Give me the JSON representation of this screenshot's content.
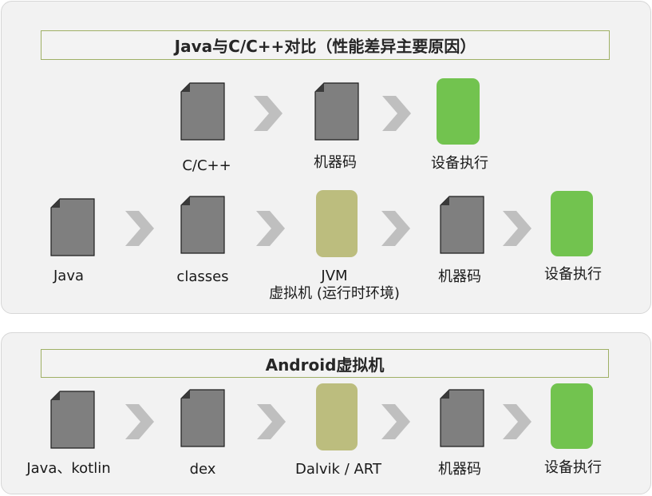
{
  "colors": {
    "document": "#7f7f7f",
    "arrow": "#bfbfbf",
    "device": "#72c34f",
    "vm": "#bcbd7e",
    "panel": "#f2f2f2",
    "title_border": "#9fb065"
  },
  "top_panel": {
    "title": "Java与C/C++对比（性能差异主要原因）",
    "row1": {
      "source_label": "C/C++",
      "machine_code_label": "机器码",
      "device_label": "设备执行"
    },
    "row2": {
      "java_label": "Java",
      "classes_label": "classes",
      "vm_label_line1": "JVM",
      "vm_label_line2": "虚拟机 (运行时环境)",
      "machine_code_label": "机器码",
      "device_label": "设备执行"
    }
  },
  "bottom_panel": {
    "title": "Android虚拟机",
    "row": {
      "source_label": "Java、kotlin",
      "dex_label": "dex",
      "vm_label": "Dalvik / ART",
      "machine_code_label": "机器码",
      "device_label": "设备执行"
    }
  }
}
